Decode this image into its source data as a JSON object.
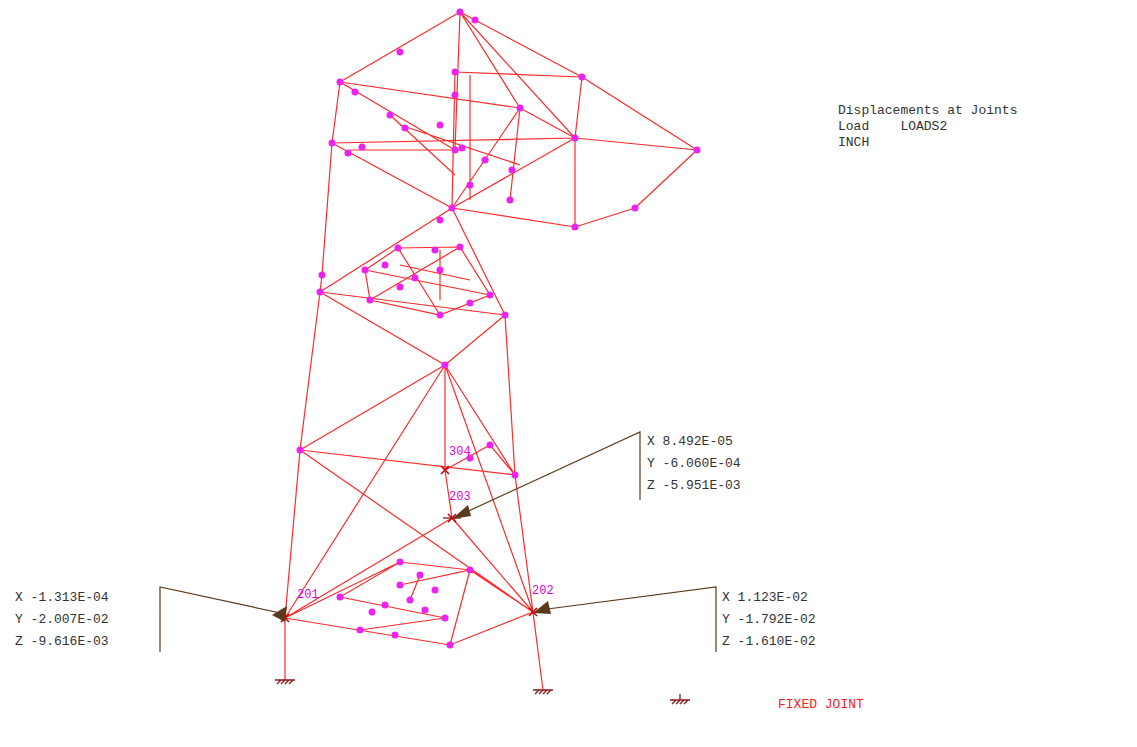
{
  "diagram": {
    "labels": [
      "Displacements at Joints",
      "Load    LOADS2",
      "INCH",
      "304",
      "203",
      "201",
      "202",
      "X 8.492E-05",
      "Y -6.060E-04",
      "Z -5.951E-03",
      "X -1.313E-04",
      "Y -2.007E-02",
      "Z -9.616E-03",
      "X 1.123E-02",
      "Y -1.792E-02",
      "Z -1.610E-02",
      "FIXED JOINT"
    ]
  }
}
